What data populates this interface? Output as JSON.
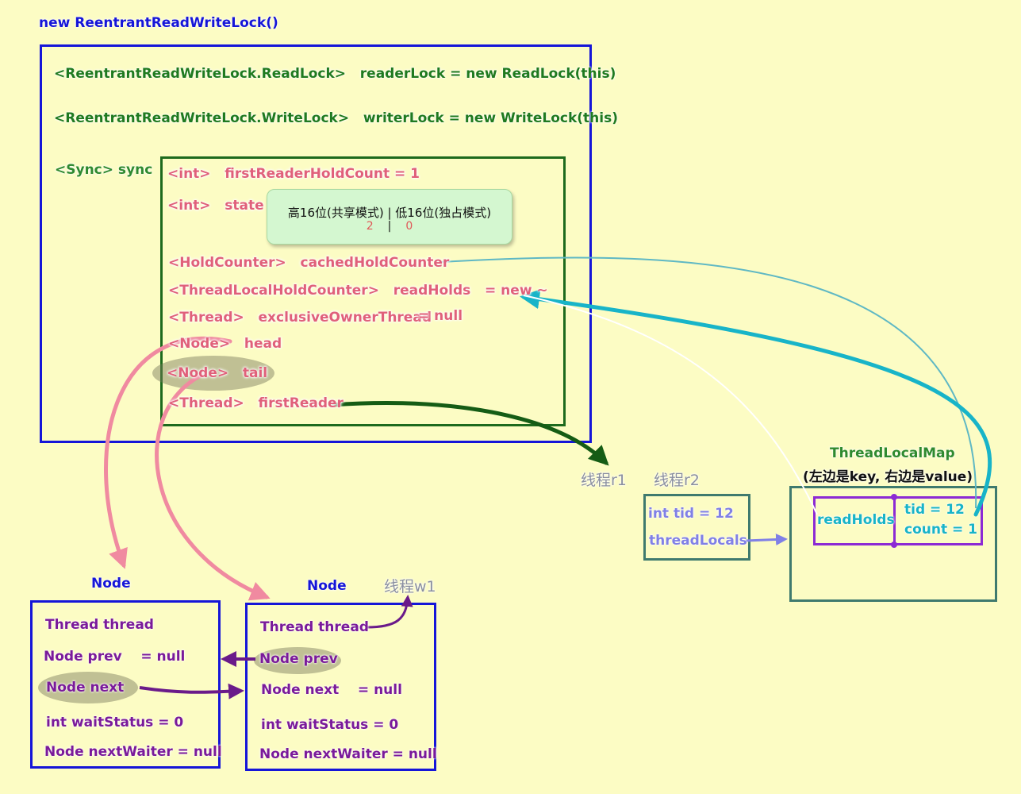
{
  "header": {
    "title": "new ReentrantReadWriteLock()"
  },
  "outer": {
    "reader_lock": "<ReentrantReadWriteLock.ReadLock>   readerLock = new ReadLock(this)",
    "writer_lock": "<ReentrantReadWriteLock.WriteLock>   writerLock = new WriteLock(this)",
    "sync_label": "<Sync> sync"
  },
  "sync": {
    "first_reader_hold_count": "<int>   firstReaderHoldCount = 1",
    "state_label": "<int>   state =",
    "state_header": "高16位(共享模式) | 低16位(独占模式)",
    "state_high": "2",
    "state_sep": "|",
    "state_low": "0",
    "cached_hold_counter": "<HoldCounter>   cachedHoldCounter",
    "read_holds": "<ThreadLocalHoldCounter>   readHolds   = new ~",
    "exclusive_owner": "<Thread>   exclusiveOwnerThread",
    "exclusive_owner_value": "= null",
    "head": "<Node>   head",
    "tail": "<Node>   tail",
    "first_reader": "<Thread>   firstReader"
  },
  "threads": {
    "r1": "线程r1",
    "r2": "线程r2",
    "w1": "线程w1"
  },
  "thread_r2": {
    "tid": "int tid = 12",
    "thread_locals": "threadLocals"
  },
  "thread_local_map": {
    "title": "ThreadLocalMap",
    "subtitle": "(左边是key, 右边是value)",
    "key": "readHolds",
    "tid": "tid = 12",
    "count": "count = 1"
  },
  "node1": {
    "title": "Node",
    "thread": "Thread thread",
    "prev": "Node prev    = null",
    "next": "Node next",
    "wait_status": "int waitStatus = 0",
    "next_waiter": "Node nextWaiter = null"
  },
  "node2": {
    "title": "Node",
    "thread": "Thread thread",
    "prev": "Node prev",
    "next": "Node next    = null",
    "wait_status": "int waitStatus = 0",
    "next_waiter": "Node nextWaiter = null"
  },
  "colors": {
    "background": "#fcfcc4",
    "blue": "#1515d8",
    "green": "#1d6a1d",
    "pink": "#e0607a",
    "purple": "#7a1a9a",
    "cyan": "#18b4c8",
    "lavender": "#8080e6"
  }
}
